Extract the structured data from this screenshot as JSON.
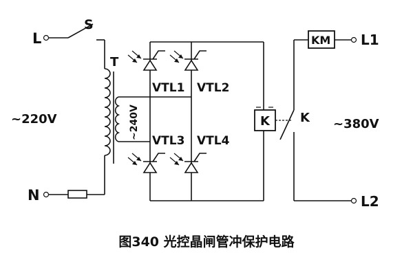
{
  "labels": {
    "L": "L",
    "N": "N",
    "S": "S",
    "T": "T",
    "v220": "~220V",
    "v240": "~240V",
    "VTL1": "VTL1",
    "VTL2": "VTL2",
    "VTL3": "VTL3",
    "VTL4": "VTL4",
    "K_relay": "K",
    "K_contact": "K",
    "KM": "KM",
    "L1": "L1",
    "L2": "L2",
    "v380": "~380V"
  },
  "caption": "图340 光控晶闸管冲保护电路"
}
